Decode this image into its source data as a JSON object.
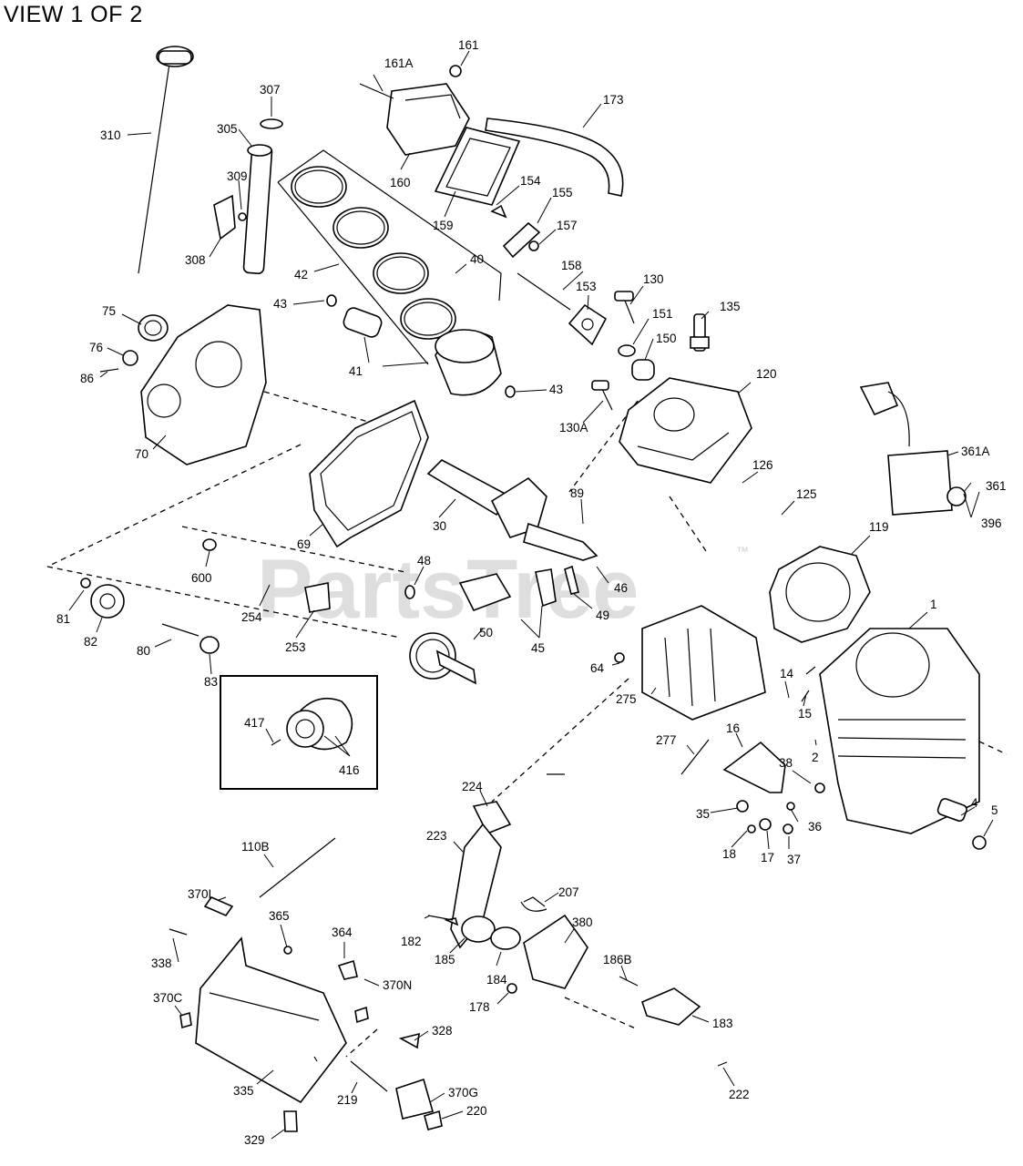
{
  "title": "VIEW 1 OF 2",
  "watermark": {
    "text": "PartsTree",
    "trademark": "™"
  },
  "parts": [
    "310",
    "307",
    "305",
    "309",
    "308",
    "161A",
    "161",
    "160",
    "173",
    "159",
    "154",
    "155",
    "157",
    "42",
    "40",
    "43",
    "75",
    "76",
    "86",
    "70",
    "41",
    "158",
    "153",
    "130",
    "151",
    "135",
    "150",
    "120",
    "130A",
    "69",
    "30",
    "89",
    "126",
    "125",
    "361A",
    "361",
    "396",
    "119",
    "600",
    "48",
    "46",
    "81",
    "82",
    "254",
    "253",
    "49",
    "45",
    "80",
    "50",
    "83",
    "64",
    "1",
    "14",
    "15",
    "417",
    "416",
    "275",
    "277",
    "16",
    "2",
    "38",
    "35",
    "36",
    "18",
    "17",
    "37",
    "4",
    "5",
    "224",
    "223",
    "110B",
    "207",
    "370I",
    "365",
    "364",
    "182",
    "380",
    "338",
    "185",
    "184",
    "186B",
    "370N",
    "178",
    "183",
    "370C",
    "328",
    "335",
    "219",
    "370G",
    "222",
    "220",
    "329"
  ]
}
